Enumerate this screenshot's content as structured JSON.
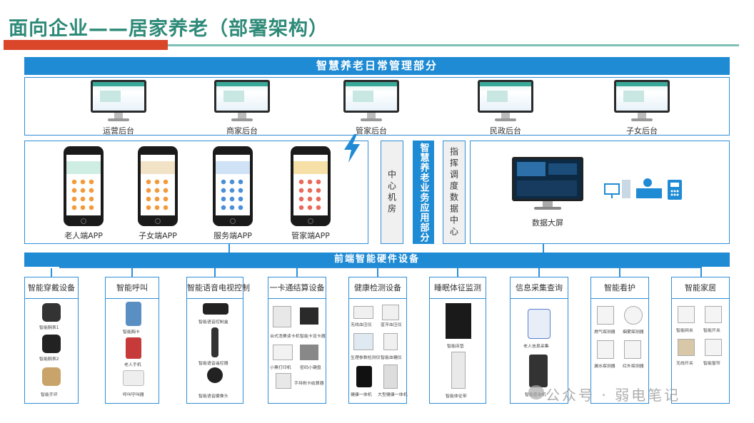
{
  "page": {
    "title": "面向企业——居家养老（部署架构）"
  },
  "top_section": {
    "header": "智慧养老日常管理部分",
    "backends": [
      "运营后台",
      "商家后台",
      "管家后台",
      "民政后台",
      "子女后台"
    ]
  },
  "middle_section": {
    "apps": [
      "老人端APP",
      "子女端APP",
      "服务端APP",
      "管家端APP"
    ],
    "center_room": "中心机房",
    "business_app": "智慧养老业务应用部分",
    "command_center": "指挥调度数据中心",
    "big_screen": "数据大屏"
  },
  "bottom_section": {
    "header": "前端智能硬件设备",
    "categories": [
      {
        "name": "智能穿戴设备",
        "items": [
          "智能腕表1",
          "智能腕表2",
          "智能手环"
        ]
      },
      {
        "name": "智能呼叫",
        "items": [
          "智能胸卡",
          "老人手机",
          "呼叫守叫器"
        ]
      },
      {
        "name": "智能语音电视控制",
        "items": [
          "智能语音控制盒",
          "智能语音遥控器",
          "智能语音摄像头"
        ]
      },
      {
        "name": "一卡通结算设备",
        "items": [
          "台式消费读卡机",
          "智能卡设卡器",
          "小票打印机",
          "密码小键盘",
          "手持刷卡结算器"
        ]
      },
      {
        "name": "健康检测设备",
        "items": [
          "无线血压仪",
          "蓝牙血压仪",
          "生理参数检测仪",
          "智能血糖仪",
          "健康一体机",
          "大型健康一体机"
        ]
      },
      {
        "name": "睡眠体征监测",
        "items": [
          "智能床垫",
          "智能体征带"
        ]
      },
      {
        "name": "信息采集查询",
        "items": [
          "老人信息采集",
          "智能查询机"
        ]
      },
      {
        "name": "智能看护",
        "items": [
          "燃气探测器",
          "烟雾探测器",
          "漏水探测器",
          "红外探测器"
        ]
      },
      {
        "name": "智能家居",
        "items": [
          "智能网关",
          "智能开关",
          "无线开关",
          "智能窗帘"
        ]
      }
    ]
  },
  "watermark": "公众号 · 弱电笔记",
  "colors": {
    "primary_blue": "#1f8bd4",
    "title_teal": "#2e8a78",
    "accent_red": "#d9462a"
  }
}
